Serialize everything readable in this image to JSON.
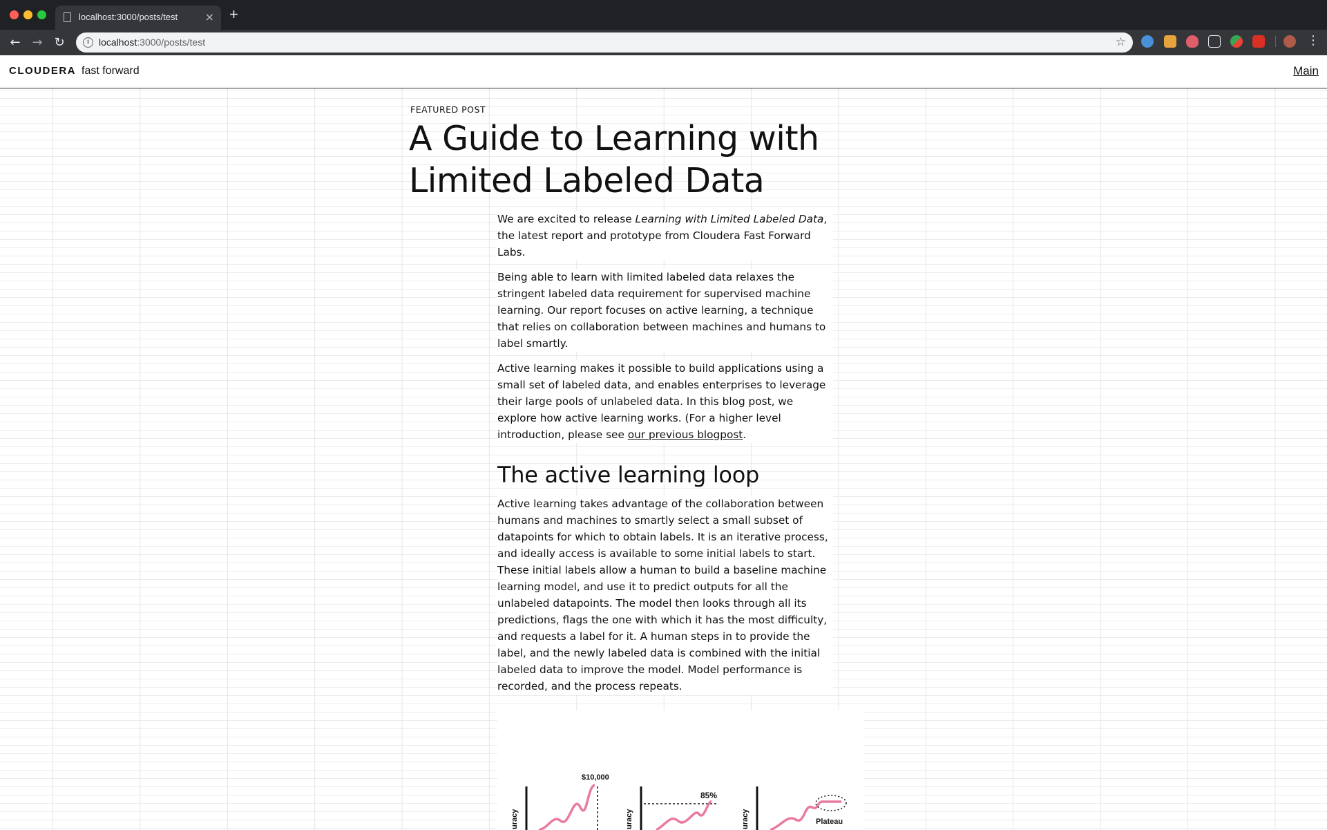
{
  "browser": {
    "tab_title": "localhost:3000/posts/test",
    "tab_close": "×",
    "new_tab": "+",
    "url_host": "localhost",
    "url_path": ":3000/posts/test"
  },
  "site": {
    "logo_word": "CLOUDERA",
    "logo_sub": "fast forward",
    "nav_main": "Main"
  },
  "post": {
    "kicker": "FEATURED POST",
    "title": "A Guide to Learning with Limited Labeled Data",
    "p1_prefix": "We are excited to release ",
    "p1_em": "Learning with Limited Labeled Data",
    "p1_suffix": ", the latest report and prototype from Cloudera Fast Forward Labs.",
    "p2": "Being able to learn with limited labeled data relaxes the stringent labeled data requirement for supervised machine learning. Our report focuses on active learning, a technique that relies on collaboration between machines and humans to label smartly.",
    "p3_prefix": "Active learning makes it possible to build applications using a small set of labeled data, and enables enterprises to leverage their large pools of unlabeled data. In this blog post, we explore how active learning works. (For a higher level introduction, please see ",
    "p3_link": "our previous blogpost",
    "p3_suffix": ".",
    "h2": "The active learning loop",
    "p4": "Active learning takes advantage of the collaboration between humans and machines to smartly select a small subset of datapoints for which to obtain labels. It is an iterative process, and ideally access is available to some initial labels to start. These initial labels allow a human to build a baseline machine learning model, and use it to predict outputs for all the unlabeled datapoints. The model then looks through all its predictions, flags the one with which it has the most difficulty, and requests a label for it. A human steps in to provide the label, and the newly labeled data is combined with the initial labeled data to improve the model. Model performance is recorded, and the process repeats."
  },
  "figure": {
    "label_budget": "$10,000",
    "label_target": "85%",
    "label_plateau": "Plateau",
    "axis_label": "uracy",
    "curve_color": "#e97aa3"
  }
}
